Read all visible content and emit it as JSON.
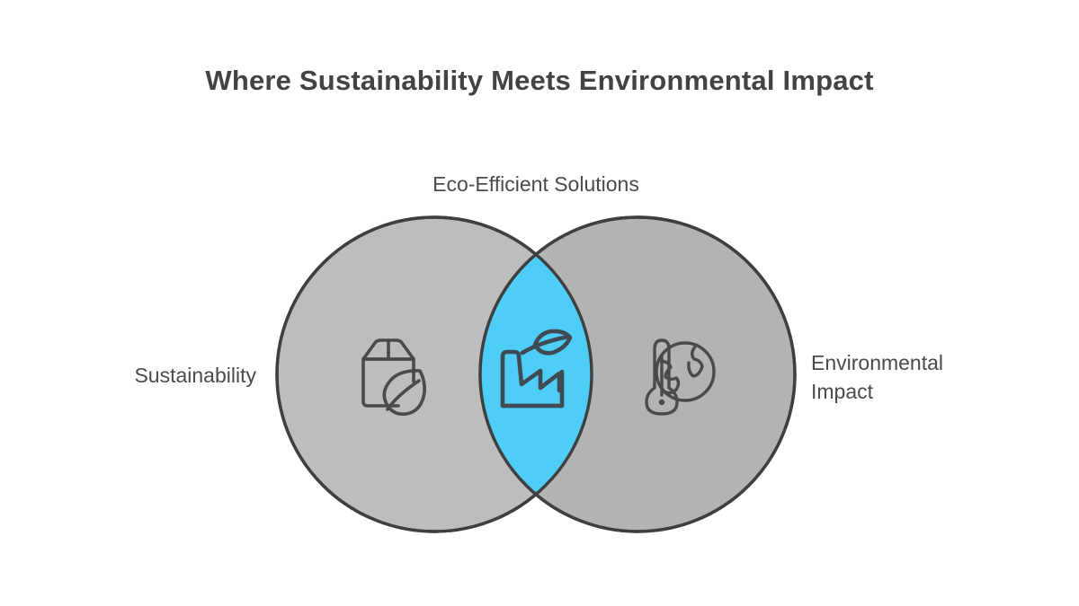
{
  "slide": {
    "title": "Where Sustainability Meets Environmental Impact",
    "background_color": "#ffffff",
    "title_color": "#434343"
  },
  "diagram": {
    "type": "venn",
    "sets": 2,
    "circle_fill": "#bdbdbd",
    "circle_stroke": "#3f3f3f",
    "intersection_fill": "#4ecdf7",
    "left": {
      "label": "Sustainability",
      "icon": "eco-package-icon",
      "icon_description": "cardboard box with leaf"
    },
    "right": {
      "label_line1": "Environmental",
      "label_line2": "Impact",
      "icon": "thermometer-globe-icon",
      "icon_description": "thermometer beside globe"
    },
    "intersection": {
      "label": "Eco-Efficient Solutions",
      "icon": "green-factory-icon",
      "icon_description": "factory with leaf emitting from chimney"
    }
  }
}
